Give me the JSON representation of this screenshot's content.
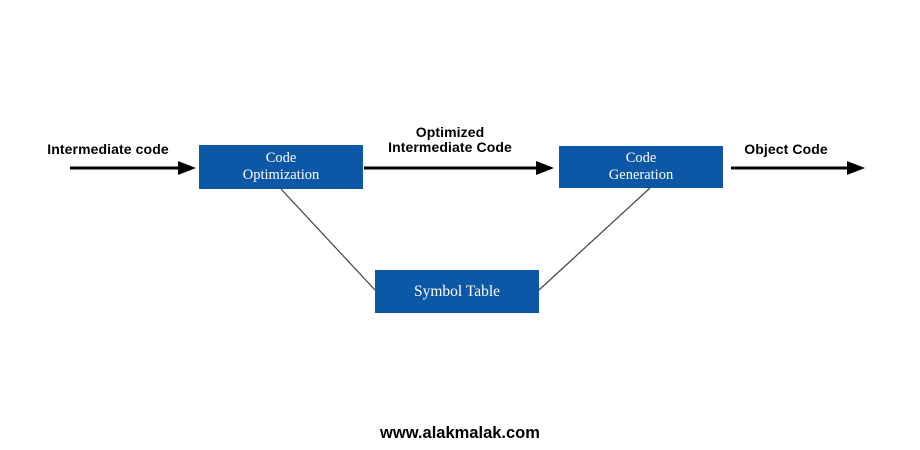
{
  "diagram": {
    "flow_labels": {
      "input": "Intermediate code",
      "optimized_line1": "Optimized",
      "optimized_line2": "Intermediate Code",
      "output": "Object Code"
    },
    "nodes": {
      "code_optimization": {
        "line1": "Code",
        "line2": "Optimization"
      },
      "code_generation": {
        "line1": "Code",
        "line2": "Generation"
      },
      "symbol_table": {
        "label": "Symbol Table"
      }
    },
    "colors": {
      "node_fill": "#0d57a7",
      "node_text": "#ffffff",
      "arrow": "#000000",
      "connector": "#404040",
      "label_text": "#000000"
    }
  },
  "footer": {
    "website": "www.alakmalak.com"
  }
}
